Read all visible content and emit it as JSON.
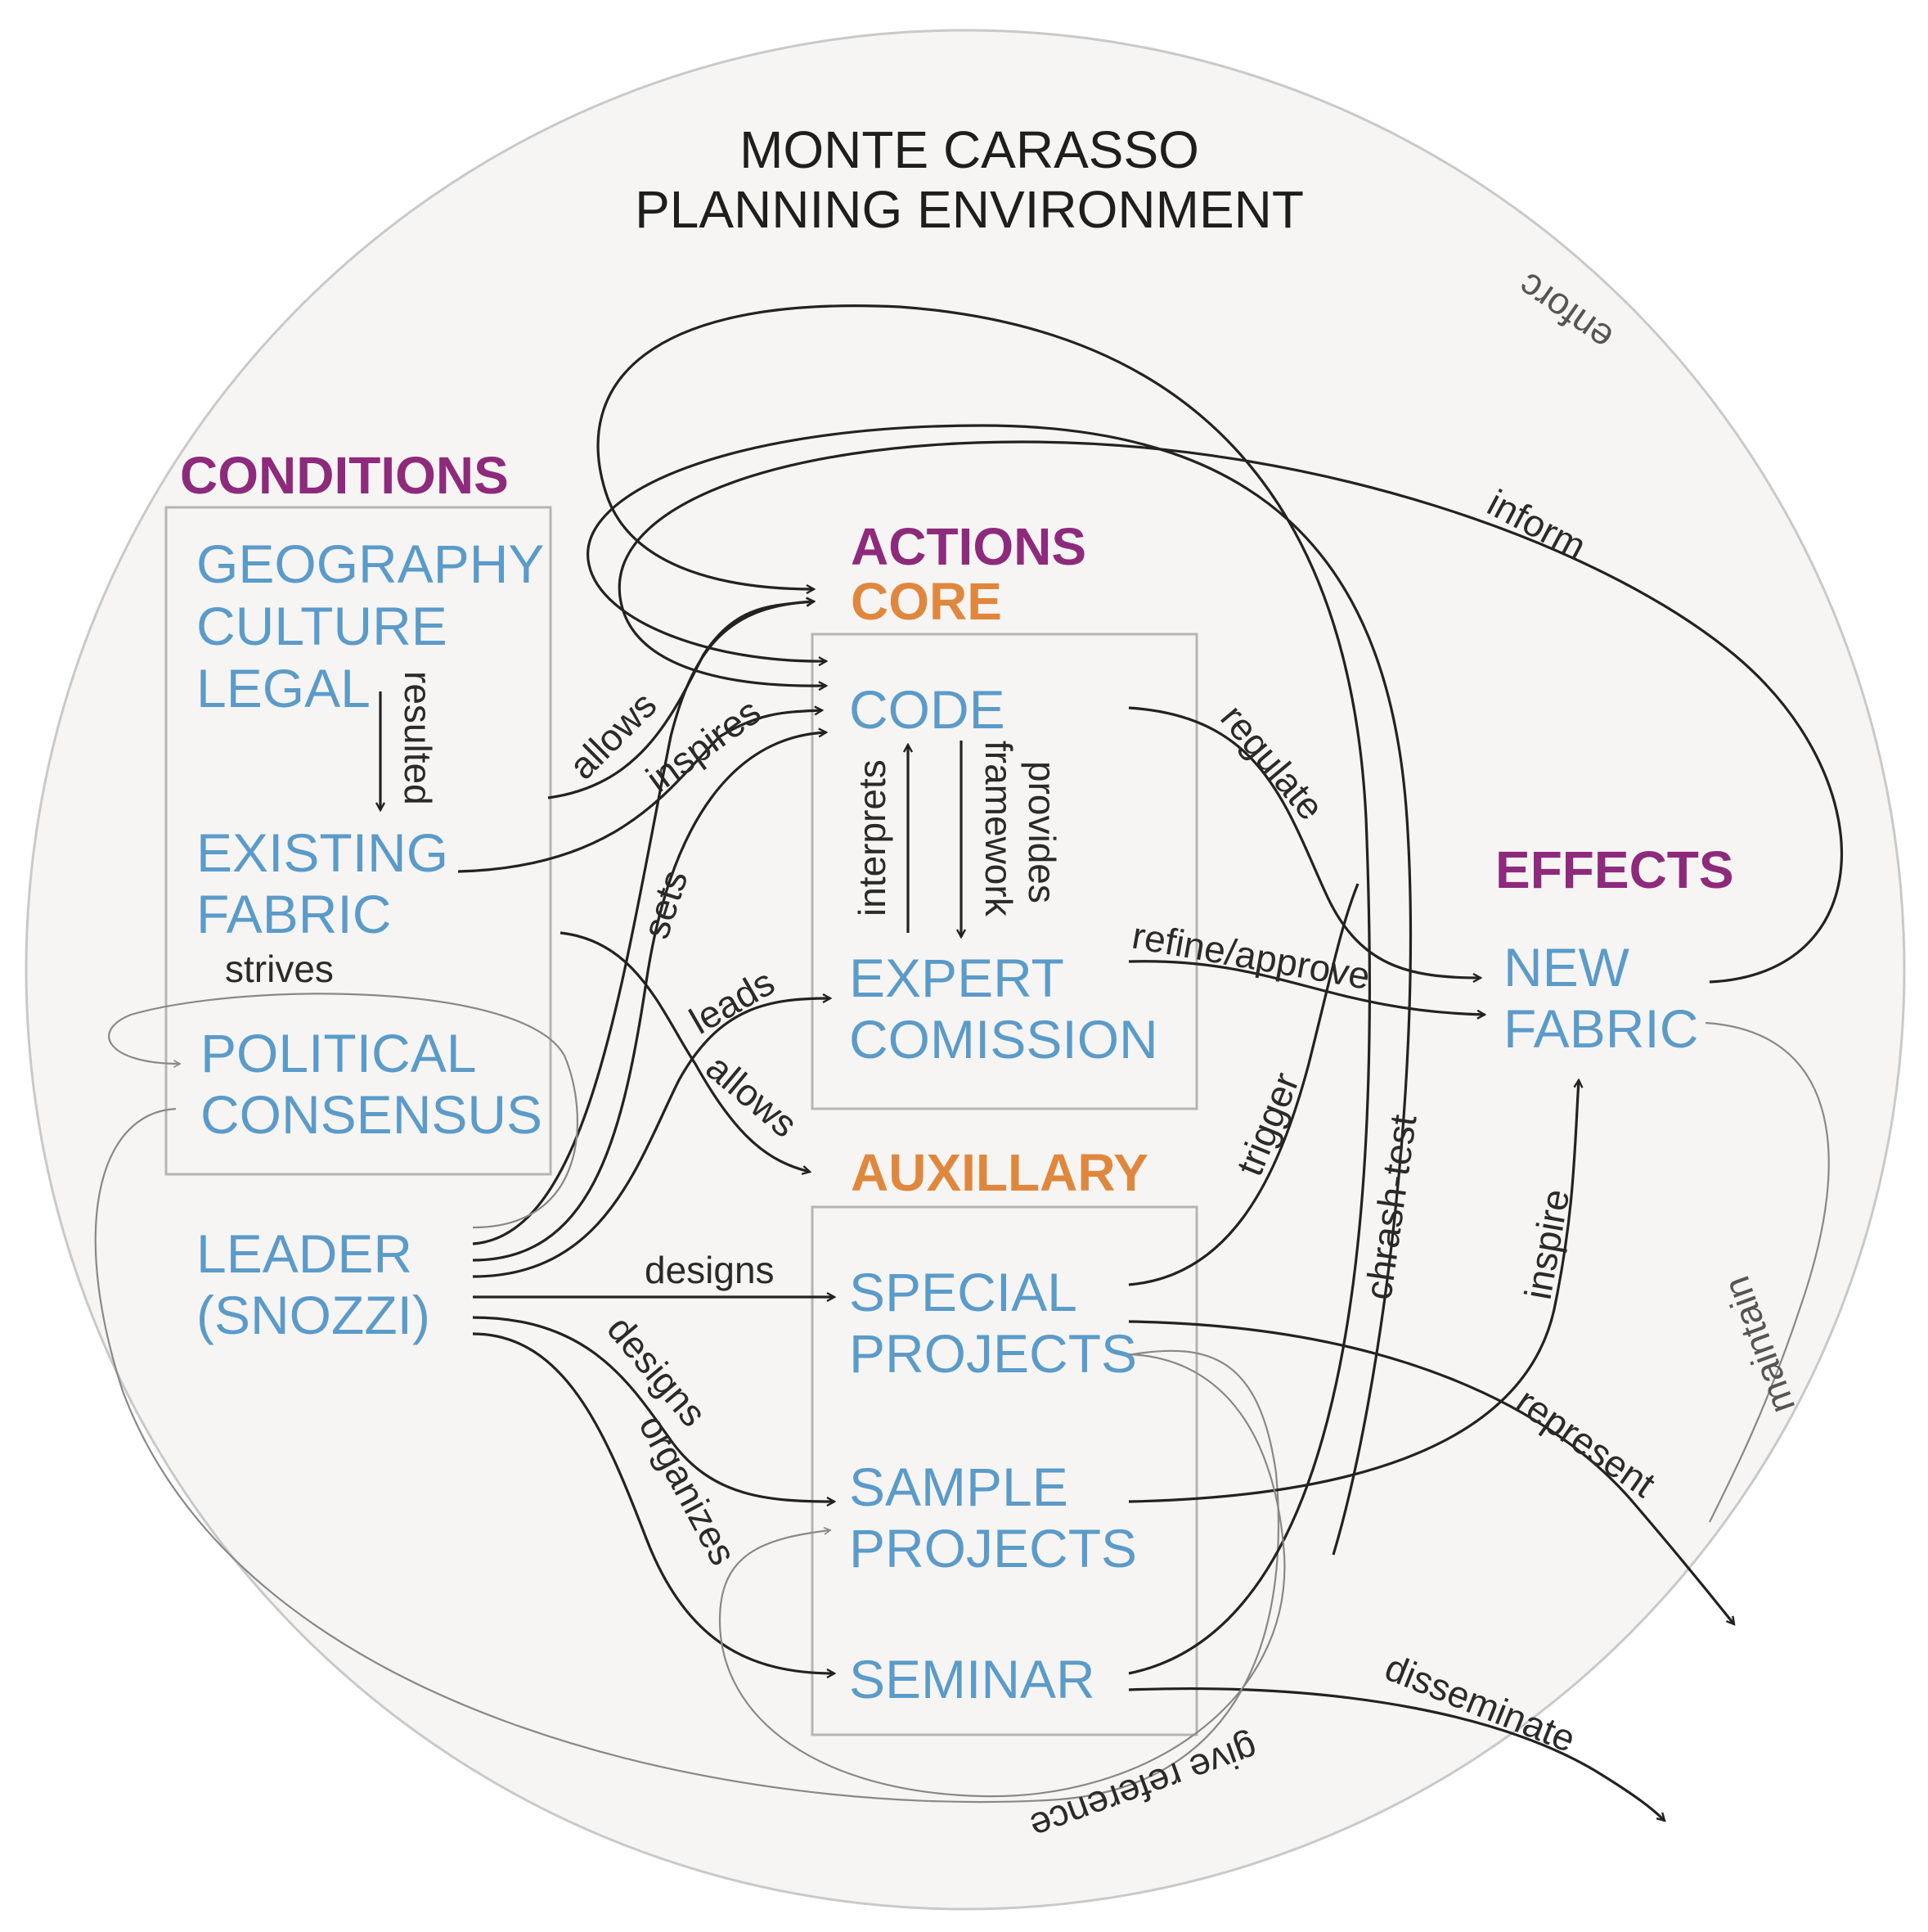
{
  "title": {
    "line1": "MONTE CARASSO",
    "line2": "PLANNING ENVIRONMENT"
  },
  "headings": {
    "conditions": "CONDITIONS",
    "actions": "ACTIONS",
    "core": "CORE",
    "auxiliary": "AUXILLARY",
    "effects": "EFFECTS"
  },
  "nodes": {
    "geography": "GEOGRAPHY",
    "culture": "CULTURE",
    "legal": "LEGAL",
    "existing1": "EXISTING",
    "existing2": "FABRIC",
    "political1": "POLITICAL",
    "political2": "CONSENSUS",
    "leader1": "LEADER",
    "leader2": "(SNOZZI)",
    "code": "CODE",
    "expert1": "EXPERT",
    "expert2": "COMISSION",
    "special1": "SPECIAL",
    "special2": "PROJECTS",
    "sample1": "SAMPLE",
    "sample2": "PROJECTS",
    "seminar": "SEMINAR",
    "newfabric1": "NEW",
    "newfabric2": "FABRIC"
  },
  "edges": {
    "resulted": "resulted",
    "strives": "strives",
    "allows1": "allows",
    "inspires": "inspires",
    "sets": "sets",
    "leads": "leads",
    "allows2": "allows",
    "designs1": "designs",
    "designs2": "designs",
    "organizes": "organizes",
    "interprets": "interprets",
    "provides": "provides",
    "framework": "framework",
    "regulate": "regulate",
    "refine": "refine/approve",
    "trigger": "trigger",
    "crash": "chrash-test",
    "inspire": "inspire",
    "inform": "inform",
    "enforce": "enforc",
    "represent": "represent",
    "maintain": "maintain",
    "disseminate": "disseminate",
    "giveref": "give reference"
  },
  "colors": {
    "node": "#5b9bc9",
    "heading_purple": "#8e2a7c",
    "heading_orange": "#e0873e",
    "background_circle": "#f6f5f3"
  }
}
